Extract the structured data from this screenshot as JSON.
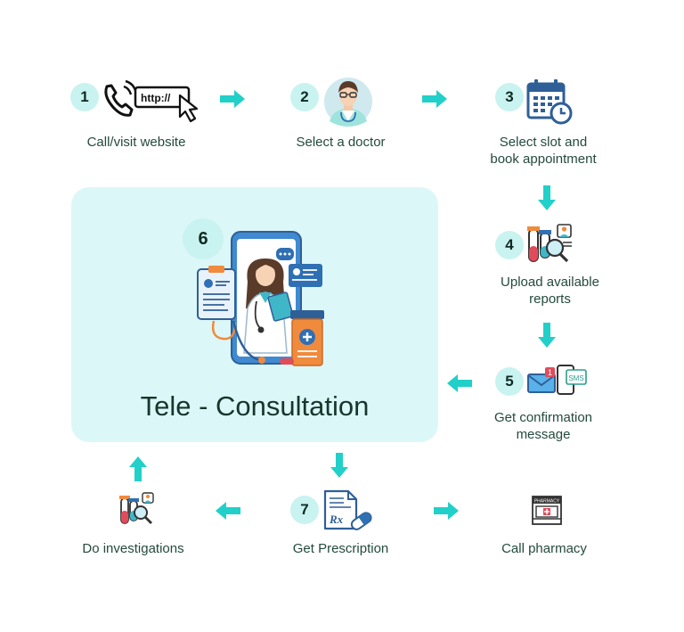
{
  "steps": [
    {
      "number": "1",
      "label": "Call/visit website",
      "icon_text": "http://"
    },
    {
      "number": "2",
      "label": "Select a doctor"
    },
    {
      "number": "3",
      "label_line1": "Select slot and",
      "label_line2": "book appointment"
    },
    {
      "number": "4",
      "label_line1": "Upload available",
      "label_line2": "reports"
    },
    {
      "number": "5",
      "label_line1": "Get confirmation",
      "label_line2": "message",
      "icon_badge": "1",
      "icon_sms": "SMS"
    },
    {
      "number": "6",
      "title": "Tele - Consultation"
    },
    {
      "number": "7",
      "label": "Get Prescription",
      "icon_rx": "Rx"
    }
  ],
  "outcomes": {
    "investigations": "Do investigations",
    "pharmacy": "Call pharmacy",
    "pharmacy_sign": "PHARMACY"
  },
  "colors": {
    "arrow": "#21d0c8",
    "badge": "#c9f3f0",
    "panel": "#dcf7f8",
    "text": "#234a3b",
    "icon_blue": "#2f6fb3",
    "icon_orange": "#f08a3c"
  }
}
